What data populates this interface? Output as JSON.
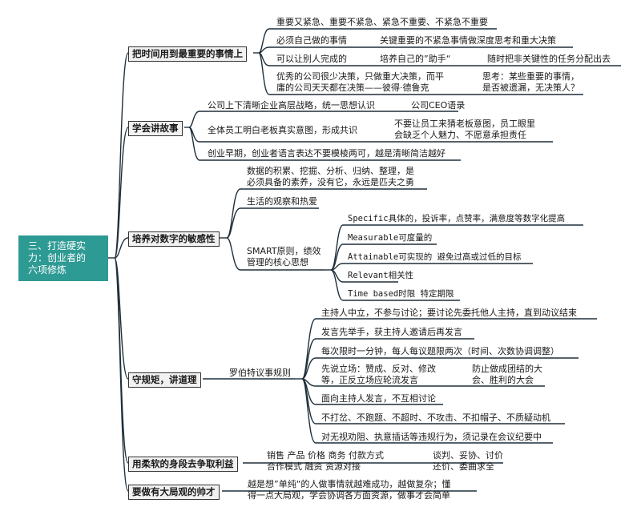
{
  "root": {
    "line1": "三、打造硬实",
    "line2": "力：创业者的",
    "line3": "六项修炼"
  },
  "branches": [
    {
      "label": "把时间用到最重要的事情上",
      "items": [
        {
          "texts": [
            "重要又紧急、重要不紧急、紧急不重要、不紧急不重要"
          ]
        },
        {
          "texts": [
            "必须自己做的事情",
            "关键重要的不紧急事情做深度思考和重大决策"
          ]
        },
        {
          "texts": [
            "可以让别人完成的",
            "培养自己的”助手“",
            "随时把非关键性的任务分配出去"
          ]
        },
        {
          "texts": [
            "优秀的公司很少决策，只做重大决策，而平",
            "庸的公司天天都在决策——彼得·德鲁克",
            "思考：某些重要的事情，",
            "是否被遗漏，无决策人？"
          ]
        }
      ]
    },
    {
      "label": "学会讲故事",
      "items": [
        {
          "texts": [
            "公司上下清晰企业高层战略，统一思想认识",
            "公司CEO语录"
          ]
        },
        {
          "texts": [
            "全体员工明白老板真实意图，形成共识",
            "不要让员工来猜老板意图，员工眼里",
            "会缺乏个人魅力、不愿意承担责任"
          ]
        },
        {
          "texts": [
            "创业早期，创业者语言表达不要模棱两可，越是清晰简洁越好"
          ]
        }
      ]
    },
    {
      "label": "培养对数字的敏感性",
      "items": [
        {
          "texts": [
            "数据的积累、挖掘、分析、归纳、整理，是",
            "必须具备的素养，没有它，永远是匹夫之勇"
          ]
        },
        {
          "texts": [
            "生活的观察和热爱"
          ]
        },
        {
          "texts": [
            "SMART原则，绩效",
            "管理的核心思想"
          ],
          "children": [
            "Specific具体的，投诉率，点赞率，满意度等数字化提高",
            "Measurable可度量的",
            "Attainable可实现的 避免过高或过低的目标",
            "Relevant相关性",
            "Time based时限 特定期限"
          ]
        }
      ]
    },
    {
      "label": "守规矩，讲道理",
      "items": [
        {
          "texts": [
            "罗伯特议事规则"
          ],
          "children": [
            "主持人中立，不参与讨论；要讨论先委托他人主持，直到动议结束",
            "发言先举手，获主持人邀请后再发言",
            "每次限时一分钟，每人每议题限两次（时间、次数协调调整）",
            "先说立场：赞成、反对、修改|等，正反立场应轮流发言|防止做成团结的大|会、胜利的大会",
            "面向主持人发言，不互相讨论",
            "不打岔、不跑题、不超时、不攻击、不扣帽子、不质疑动机",
            "对无视劝阻、执意插话等违规行为，须记录在会议纪要中"
          ]
        }
      ]
    },
    {
      "label": "用柔软的身段去争取利益",
      "items": [
        {
          "texts": [
            "销售 产品 价格 商务 付款方式",
            "合作模式 融资 资源对接",
            "谈判、妥协、讨价",
            "还价、委曲求全"
          ]
        }
      ]
    },
    {
      "label": "要做有大局观的帅才",
      "items": [
        {
          "texts": [
            "越是想”单纯“的人做事情就越难成功，越做复杂；懂",
            "得一点大局观，学会协调各方面资源，做事才会简单"
          ]
        }
      ]
    }
  ]
}
